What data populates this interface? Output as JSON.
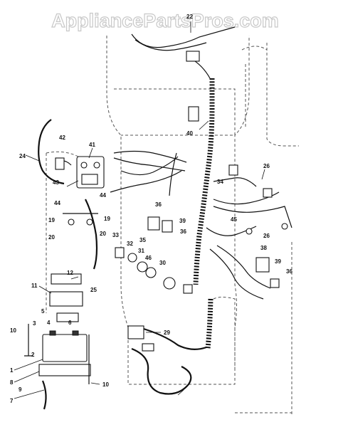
{
  "watermark": "AppliancePartsPros.com",
  "callouts": {
    "c1": "1",
    "c2": "2",
    "c3": "3",
    "c4": "4",
    "c5": "5",
    "c6": "6",
    "c7": "7",
    "c8": "8",
    "c9": "9",
    "c10a": "10",
    "c10b": "10",
    "c11": "11",
    "c12": "12",
    "c19a": "19",
    "c19b": "19",
    "c20a": "20",
    "c20b": "20",
    "c22": "22",
    "c24": "24",
    "c25": "25",
    "c26a": "26",
    "c26b": "26",
    "c29": "29",
    "c30": "30",
    "c31": "31",
    "c32": "32",
    "c33": "33",
    "c34": "34",
    "c35": "35",
    "c36a": "36",
    "c36b": "36",
    "c36c": "36",
    "c38": "38",
    "c39a": "39",
    "c39b": "39",
    "c40": "40",
    "c41": "41",
    "c42": "42",
    "c43": "43",
    "c44a": "44",
    "c44b": "44",
    "c45": "45",
    "c46": "46"
  }
}
